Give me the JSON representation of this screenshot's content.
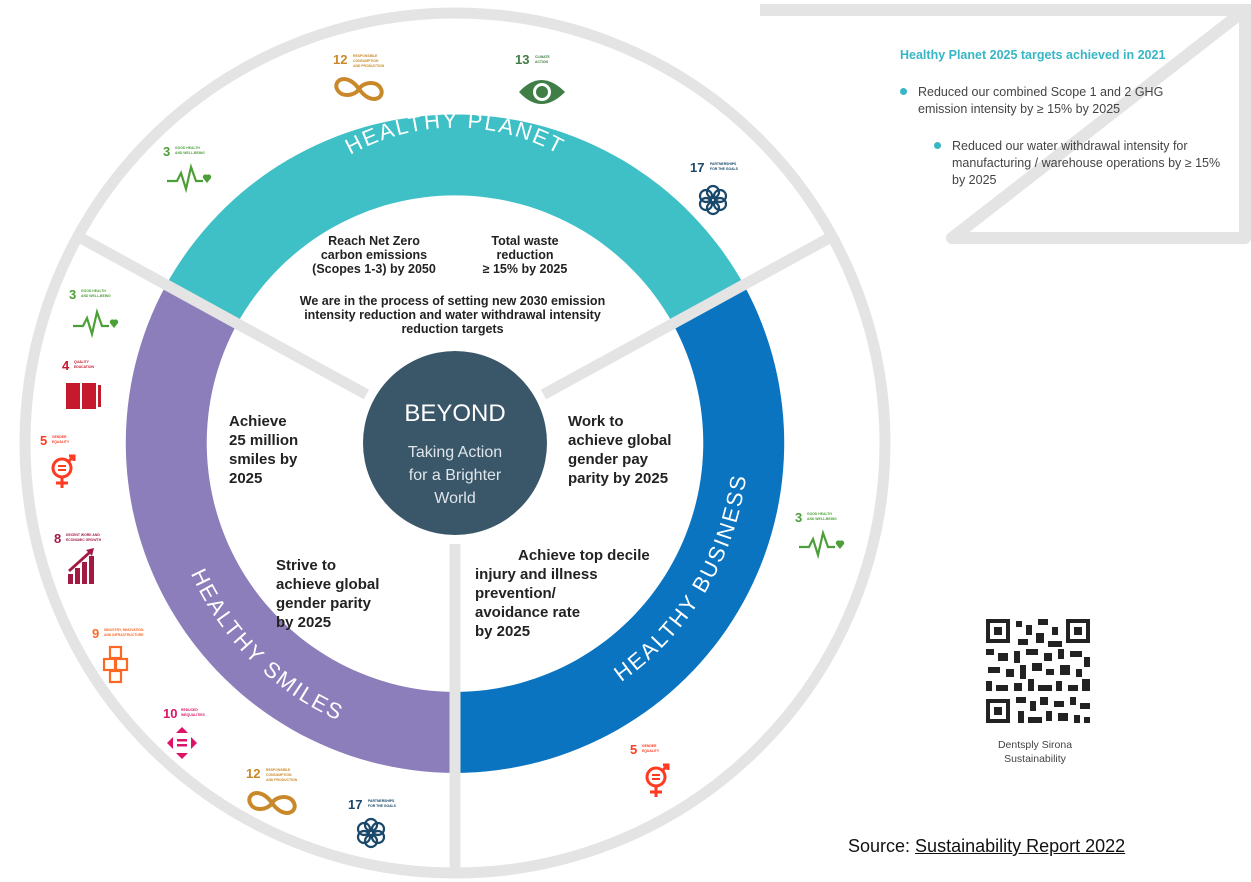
{
  "center": {
    "title": "BEYOND",
    "subtitle_lines": [
      "Taking Action",
      "for a Brighter",
      "World"
    ]
  },
  "pillars": {
    "planet": {
      "label": "HEALTHY PLANET",
      "color": "#3ec0c6"
    },
    "smiles": {
      "label": "HEALTHY SMILES",
      "color": "#8c7dbb"
    },
    "business": {
      "label": "HEALTHY BUSINESS",
      "color": "#0a74c0"
    }
  },
  "colors": {
    "outer_ring": "#e4e4e4",
    "center_disc": "#3a5669",
    "divider": "#e4e4e4"
  },
  "planet_goals": {
    "net_zero": [
      "Reach Net Zero",
      "carbon emissions",
      "(Scopes 1-3) by 2050"
    ],
    "waste": [
      "Total waste",
      "reduction",
      "≥ 15% by 2025"
    ],
    "process": [
      "We are in the process of setting new 2030 emission",
      "intensity reduction and water withdrawal intensity",
      "reduction targets"
    ]
  },
  "smiles_goals": {
    "smiles": [
      "Achieve",
      "25 million",
      "smiles by",
      "2025"
    ],
    "gender": [
      "Strive to",
      "achieve global",
      "gender parity",
      "by 2025"
    ]
  },
  "business_goals": {
    "pay": [
      "Work to",
      "achieve global",
      "gender pay",
      "parity by 2025"
    ],
    "injury": [
      "Achieve top decile",
      "injury and illness",
      "prevention/",
      "avoidance rate",
      "by 2025"
    ]
  },
  "sdg_icons": [
    {
      "number": "12",
      "caption": "RESPONSIBLE CONSUMPTION AND PRODUCTION",
      "icon": "infinity-icon",
      "color": "#c9892a"
    },
    {
      "number": "13",
      "caption": "CLIMATE ACTION",
      "icon": "eye-globe-icon",
      "color": "#3f7e44"
    },
    {
      "number": "3",
      "caption": "GOOD HEALTH AND WELL-BEING",
      "icon": "heartbeat-icon",
      "color": "#4c9f38"
    },
    {
      "number": "17",
      "caption": "PARTNERSHIPS FOR THE GOALS",
      "icon": "flower-rings-icon",
      "color": "#19486a"
    },
    {
      "number": "3",
      "caption": "GOOD HEALTH AND WELL-BEING",
      "icon": "heartbeat-icon",
      "color": "#4c9f38"
    },
    {
      "number": "4",
      "caption": "QUALITY EDUCATION",
      "icon": "book-icon",
      "color": "#c5192d"
    },
    {
      "number": "5",
      "caption": "GENDER EQUALITY",
      "icon": "gender-icon",
      "color": "#ff3a21"
    },
    {
      "number": "8",
      "caption": "DECENT WORK AND ECONOMIC GROWTH",
      "icon": "growth-chart-icon",
      "color": "#a21942"
    },
    {
      "number": "9",
      "caption": "INDUSTRY, INNOVATION AND INFRASTRUCTURE",
      "icon": "cubes-icon",
      "color": "#fd6925"
    },
    {
      "number": "10",
      "caption": "REDUCED INEQUALITIES",
      "icon": "equality-arrows-icon",
      "color": "#dd1367"
    },
    {
      "number": "12",
      "caption": "RESPONSIBLE CONSUMPTION AND PRODUCTION",
      "icon": "infinity-icon",
      "color": "#c9892a"
    },
    {
      "number": "17",
      "caption": "PARTNERSHIPS FOR THE GOALS",
      "icon": "flower-rings-icon",
      "color": "#19486a"
    },
    {
      "number": "3",
      "caption": "GOOD HEALTH AND WELL-BEING",
      "icon": "heartbeat-icon",
      "color": "#4c9f38"
    },
    {
      "number": "5",
      "caption": "GENDER EQUALITY",
      "icon": "gender-icon",
      "color": "#ff3a21"
    }
  ],
  "targets_panel": {
    "title": "Healthy Planet 2025 targets achieved in 2021",
    "items": [
      "Reduced our combined Scope 1 and 2 GHG emission intensity by ≥ 15% by 2025",
      "Reduced our water withdrawal intensity for manufacturing / warehouse operations by ≥ 15% by 2025"
    ],
    "accent": "#37b6c6"
  },
  "qr": {
    "caption_lines": [
      "Dentsply Sirona",
      "Sustainability"
    ]
  },
  "source": {
    "prefix": "Source: ",
    "link": "Sustainability Report 2022"
  }
}
